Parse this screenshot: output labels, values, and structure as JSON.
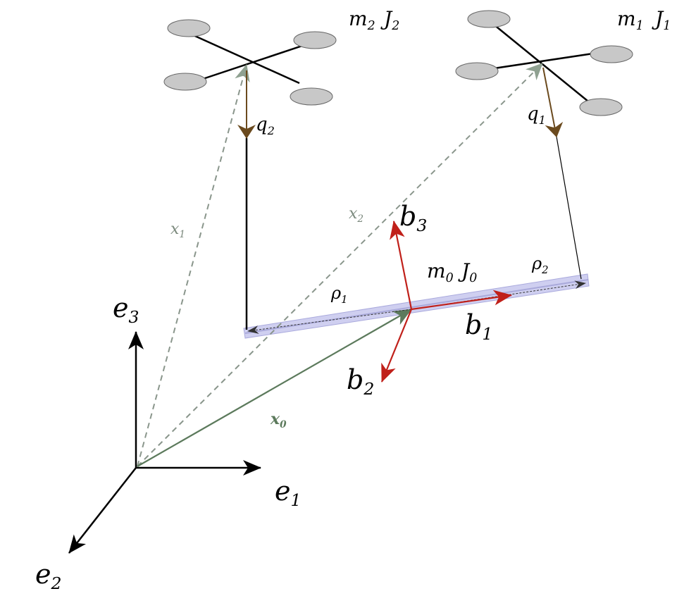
{
  "labels": {
    "m2": {
      "sym": "m",
      "sub": "2"
    },
    "J2": {
      "sym": "J",
      "sub": "2"
    },
    "m1": {
      "sym": "m",
      "sub": "1"
    },
    "J1": {
      "sym": "J",
      "sub": "1"
    },
    "q2": {
      "sym": "q",
      "sub": "2"
    },
    "q1": {
      "sym": "q",
      "sub": "1"
    },
    "x1": {
      "sym": "x",
      "sub": "1"
    },
    "x2": {
      "sym": "x",
      "sub": "2"
    },
    "x0": {
      "sym": "x",
      "sub": "0"
    },
    "b3": {
      "sym": "b",
      "sub": "3"
    },
    "b1": {
      "sym": "b",
      "sub": "1"
    },
    "b2": {
      "sym": "b",
      "sub": "2"
    },
    "m0": {
      "sym": "m",
      "sub": "0"
    },
    "J0": {
      "sym": "J",
      "sub": "0"
    },
    "rho1": {
      "sym": "ρ",
      "sub": "1"
    },
    "rho2": {
      "sym": "ρ",
      "sub": "2"
    },
    "e3": {
      "sym": "e",
      "sub": "3"
    },
    "e1": {
      "sym": "e",
      "sub": "1"
    },
    "e2": {
      "sym": "e",
      "sub": "2"
    }
  },
  "colors": {
    "frame": "#000000",
    "body_frame": "#c0201a",
    "position_dashed": "#8a968c",
    "x0_vector": "#5c7a5c",
    "cable_unit": "#6b4a1e",
    "bar_fill": "#c8c8ee",
    "rotor": "#c8c8c8"
  }
}
